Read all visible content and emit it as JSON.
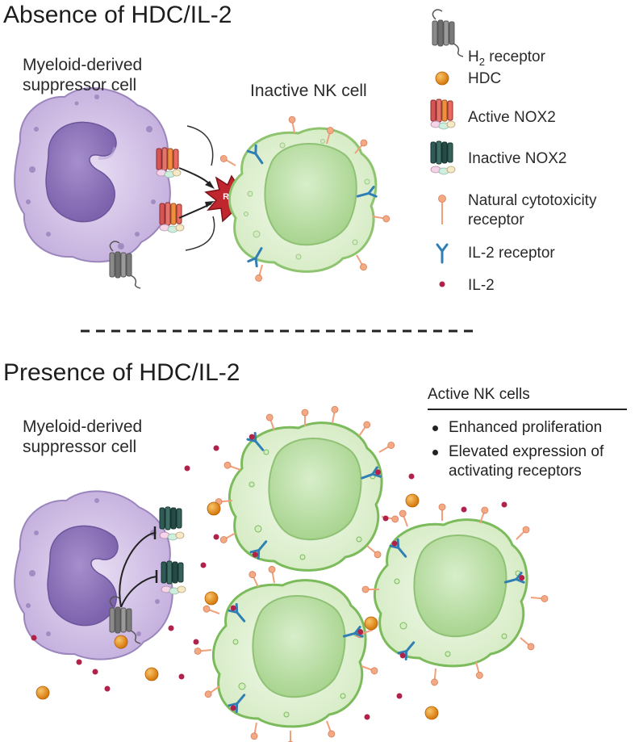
{
  "top": {
    "title": "Absence of HDC/IL-2",
    "mdsc_label": "Myeloid-derived\nsuppressor cell",
    "nk_label": "Inactive NK cell",
    "ros_label": "ROS"
  },
  "bottom": {
    "title": "Presence of HDC/IL-2",
    "mdsc_label": "Myeloid-derived\nsuppressor cell",
    "benefits": {
      "title": "Active NK cells",
      "items": [
        "Enhanced proliferation",
        "Elevated expression of\nactivating receptors"
      ]
    }
  },
  "legend": {
    "items": [
      {
        "icon": "h2-receptor-icon",
        "label_main": "H",
        "label_sub": "2",
        "label_rest": " receptor"
      },
      {
        "icon": "hdc-icon",
        "label": "HDC"
      },
      {
        "icon": "active-nox2-icon",
        "label": "Active NOX2"
      },
      {
        "icon": "inactive-nox2-icon",
        "label": "Inactive NOX2"
      },
      {
        "icon": "natural-cytotoxicity-receptor-icon",
        "label": "Natural cytotoxicity\n receptor"
      },
      {
        "icon": "il2-receptor-icon",
        "label": "IL-2 receptor"
      },
      {
        "icon": "il2-icon",
        "label": "IL-2"
      }
    ]
  },
  "colors": {
    "mdsc_body": "#cdb9e3",
    "mdsc_nucleus": "#8e76b9",
    "nk_body": "#e3f3d6",
    "nk_border": "#7cbb5c",
    "nk_nucleus": "#b9dea5",
    "ros": "#c0262e",
    "hdc": "#e38a13",
    "il2": "#b0224a",
    "active_nox2": "#e07a68",
    "inactive_nox2": "#2f5a52",
    "h2_receptor": "#7d7d7d",
    "il2_receptor": "#2f7fb5",
    "ncr": "#f0a07a"
  }
}
